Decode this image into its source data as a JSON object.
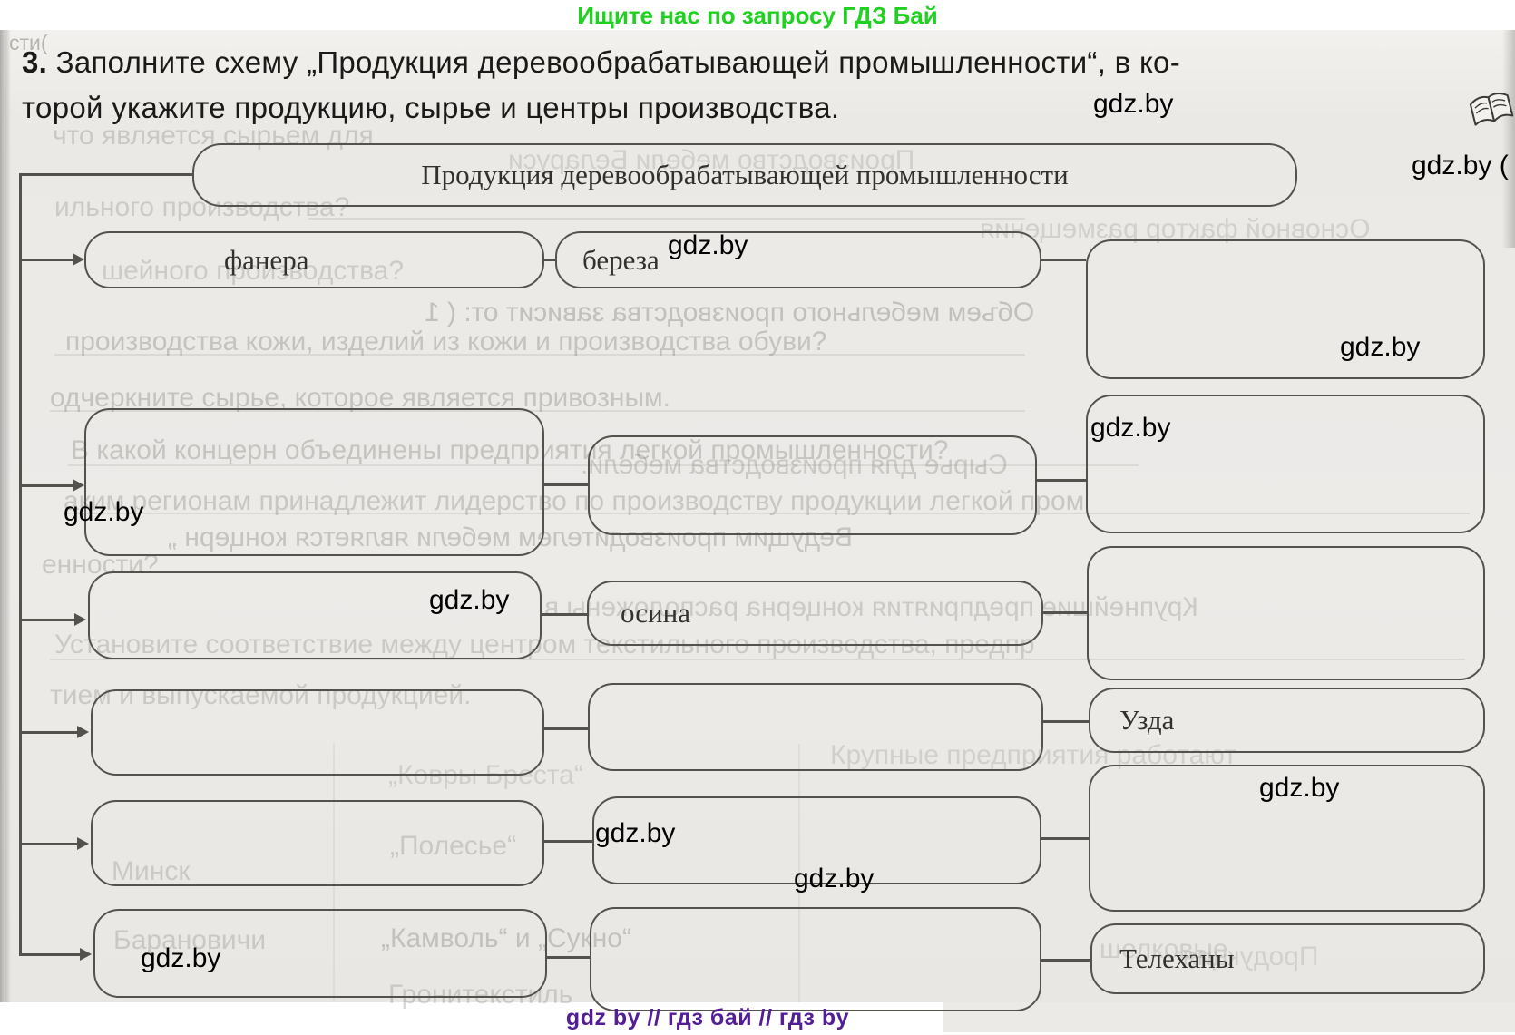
{
  "promo_banner": {
    "text": "Ищите нас по запросу ГДЗ Бай",
    "color": "#21d121"
  },
  "task": {
    "number": "3.",
    "line1": " Заполните схему „Продукция деревообрабатывающей промышленности“, в ко-",
    "line2": "торой укажите продукцию, сырье и центры производства."
  },
  "diagram": {
    "root_label": "Продукция деревообрабатывающей промышленности",
    "left_column": [
      {
        "label": "фанера"
      },
      {
        "label": ""
      },
      {
        "label": ""
      },
      {
        "label": ""
      },
      {
        "label": ""
      },
      {
        "label": ""
      }
    ],
    "middle_column": [
      {
        "label": "береза"
      },
      {
        "label": ""
      },
      {
        "label": "осина"
      },
      {
        "label": ""
      },
      {
        "label": ""
      },
      {
        "label": ""
      }
    ],
    "right_column": [
      {
        "label": ""
      },
      {
        "label": ""
      },
      {
        "label": ""
      },
      {
        "label": "Узда"
      },
      {
        "label": ""
      },
      {
        "label": "Телеханы"
      }
    ]
  },
  "watermark": {
    "text": "gdz.by",
    "text_with_paren": "gdz.by ("
  },
  "footer": {
    "text": "gdz by  //  гдз бай  //  гдз by",
    "color": "#521d96"
  },
  "icons": {
    "book": "open-book-icon"
  },
  "bleed": [
    {
      "text": "сти("
    },
    {
      "text": "что является сырьем для"
    },
    {
      "text": "Производство мебели Беларуси"
    },
    {
      "text": "ильного производства?"
    },
    {
      "text": "Основной фактор размещения"
    },
    {
      "text": "шейного производства?"
    },
    {
      "text": "Объем мебельного производства зависит от: ( 1"
    },
    {
      "text": "производства кожи, изделий из кожи и производства обуви?"
    },
    {
      "text": "одчеркните сырье, которое является привозным."
    },
    {
      "text": "В какой концерн объединены предприятия легкой промышленности?"
    },
    {
      "text": "Сырье для производства мебели."
    },
    {
      "text": "аким регионам принадлежит лидерство по производству продукции легкой пром"
    },
    {
      "text": "Ведущим производителем мебели является концерн „"
    },
    {
      "text": "енности?"
    },
    {
      "text": "Крупнейшие предприятия концерна расположены в"
    },
    {
      "text": "Установите соответствие между центром текстильного производства, предпр"
    },
    {
      "text": "тием и выпускаемой продукцией."
    },
    {
      "text": "Крупные предприятия работают"
    },
    {
      "text": "„Ковры Бреста“"
    },
    {
      "text": "„Полесье“"
    },
    {
      "text": "Минск"
    },
    {
      "text": "Барановичи"
    },
    {
      "text": "„Камволь“ и „Сукно“"
    },
    {
      "text": "Гронитекстиль"
    },
    {
      "text": "шелковые"
    },
    {
      "text": "Продукция:"
    }
  ]
}
